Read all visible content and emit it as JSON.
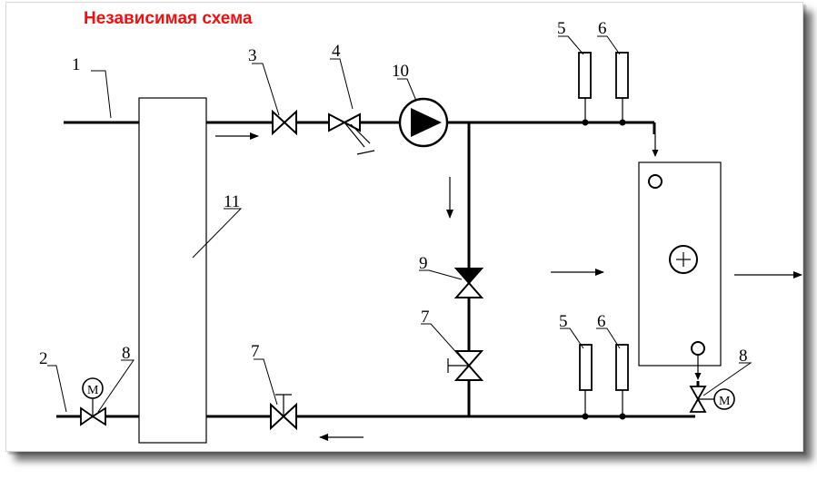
{
  "title": "Независимая схема",
  "labels": {
    "l1": "1",
    "l2": "2",
    "l3": "3",
    "l4": "4",
    "l5a": "5",
    "l5b": "5",
    "l6a": "6",
    "l6b": "6",
    "l7a": "7",
    "l7b": "7",
    "l8a": "8",
    "l8b": "8",
    "l9": "9",
    "l10": "10",
    "l11": "11"
  },
  "motor_label": "M",
  "colors": {
    "title": "#ee1111",
    "lines": "#000000"
  }
}
